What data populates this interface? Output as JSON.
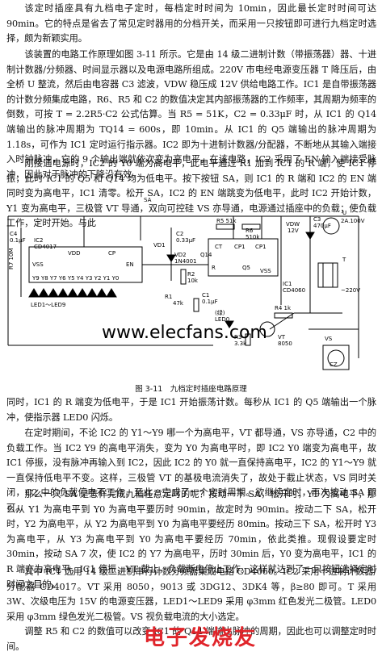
{
  "paragraphs": {
    "p1": "该定时插座具有九档电子定时，每档定时时间为 10min，因此最长定时时间可达 90min。它的特点是省去了常见定时器用的分档开关，而采用一只按钮即可进行九档定时选择，颇为新颖实用。",
    "p2": "该装置的电路工作原理如图 3-11 所示。它是由 14 级二进制计数（带振荡器）器、十进制计数器/分频器、时间显示器以及电源电路所组成。220V 市电经电源变压器 T 降压后，由全桥 U 整流，然后由电容器 C3 滤波，VDW 稳压成 12V 供给电路工作。IC1 是自带振荡器的计数分频集成电路，R6、R5 和 C2 的数值决定其内部振荡器的工作频率，其周期为频率的倒数，可按 T = 2.2R5·C2 公式估算。当 R5 = 51K，C2 = 0.33μF 时，从 IC1 的 Q14 端输出的脉冲周期为 TQ14 = 600s，即 10min。从 IC1 的 Q5 端输出的脉冲周期为 1.18s，可作为 IC1 定时运行指示器。IC2 即为十进制计数器/分配器，不断地从其输入端接入时钟脉冲，它的 9 个输出端就依次变为高电平。在该电路，IC2 采用了 EN 输入端接受脉冲，因此对于脉冲的下降沿有效。",
    "p3": "刚接通电源时，IC2 的 Y0 端为高电平，此电平通过 R1 加到 IC1 的 R 端，使 IC1 停振，此时 IC1 的 Q5 和 Q14 均为低电平。按下按钮 SA，则 IC1 的 R 端和 IC2 的 EN 端同时变为高电平，IC1 清零。松开 SA，IC2 的 EN 端跳变为低电平，此时 IC2 开始计数，Y1 变为高电平，三极管 VT 导通，双向可控硅 VS 亦导通，电源通过插座中的负载；使负载工作，定时开始。与此",
    "p4": "同时，IC1 的 R 端变为低电平，于是 IC1 开始振荡计数。每秒从 IC1 的 Q5 端输出一个脉冲，使指示器 LED0 闪烁。",
    "p5": "在定时期间，不论 IC2 的 Y1～Y9 哪一个为高电平，VT 都导通，VS 亦导通，C2 中的负载工作。当 IC2 Y9 的高电平消失，变为 Y0 为高电平时，即 IC2 Y0 端变为高电平，故 IC1 停振，没有脉冲再输入到 IC2，因此 IC2 的 Y0 就一直保持高电平，IC2 的 Y1～Y9 就一直保持低电平不变。这样，三极管 VT 的基极电流消失了，故处于截止状态，VS 同时关闭，C2 中的负载停电不工作，至此，完成了一个定时周期。欲继续定时，再次按动 SA 即可。",
    "p6": "那么一只 SA 是怎样完成九档任意定时的呢？按动一下 SA，松开时，Y1 为高电平，那么从 Y1 为高电平到 Y0 为高电平要历时 90min，故定时为 90min。按动二下 SA，松开时，Y2 为高电平，从 Y2 为高电平到 Y0 为高电平要经历 80min。按动三下 SA，松开时 Y3 为高电平，从 Y3 为高电平到 Y0 为高电平要经历 70min，依此类推。现假设要定时 30min，按动 SA 7 次，使 IC2 的 Y7 为高电平，历时 30min 后，Y0 变为高电平，IC1 的 R 端亦为高电平，IC1 停振，VT 截止，负载断电停止工作。这样就达到了一只按钮选择定时时间之目的。",
    "p7": "其中 IC1 选用 14 级二进制串行计数分频器集成电路 CD4060。IC2 采用十进制计数器/分配器 CD4017。VT 采用 8050，9013 或 3DG12、3DK4 等，β≥80 即可。T 采用 3W、次级电压为 15V 的电源变压器，LED1～LED9 采用 φ3mm 红色发光二极管。LED0 采用 φ3mm 绿色发光二极管。VS 视负载电流的大小选定。",
    "p8": "调整 R5 和 C2 的数值可以改变 IC1 的 Q14 端输出脉冲的周期，因此也可以调整定时时间。"
  },
  "figure": {
    "caption": "图 3-11　九档定时插座电路原理",
    "watermark_url": "www.elecfans.com",
    "watermark_cn": "电子发烧友",
    "labels": {
      "c4": "C4",
      "c4v": "0.1μF",
      "r7": "R7 10M",
      "ic2": "IC2",
      "ic2p": "CD4017",
      "sa": "SA",
      "vdd": "VDD",
      "cp": "CP",
      "en": "EN",
      "vss": "VSS",
      "y": "Y9 Y8 Y7 Y6 Y5 Y4 Y3 Y2 Y1 Y0",
      "led": "LED1～LED9",
      "vd1": "VD1",
      "vd2": "VD2",
      "vd2p": "1N4001",
      "r2": "R2",
      "r2v": "10k",
      "r1": "R1",
      "r1v": "47k",
      "c2": "C2",
      "c2v": "0.33μF",
      "r5": "R5 51k",
      "r6": "R6",
      "r6v": "510k",
      "q14": "Q14",
      "ct": "CT",
      "cp1": "CP1",
      "cp1b": "CP1",
      "ic1r": "R",
      "q5": "Q5",
      "vss2": "VSS",
      "ic1": "IC1",
      "ic1p": "CD4060",
      "c1": "C1",
      "c1v": "0.1μF",
      "vdw": "VDW",
      "vdw12": "12V",
      "c3": "C3",
      "c3v": "470μF",
      "u": "U",
      "uv": "2A.100V",
      "t": "T",
      "ac": "~220V",
      "green": "(绿)",
      "led0": "LED0",
      "r4": "R4 1k",
      "r3": "R3",
      "r3v": "3.3k",
      "vt": "VT",
      "vtp": "8050",
      "vs": "VS",
      "cz": "CZ"
    }
  }
}
